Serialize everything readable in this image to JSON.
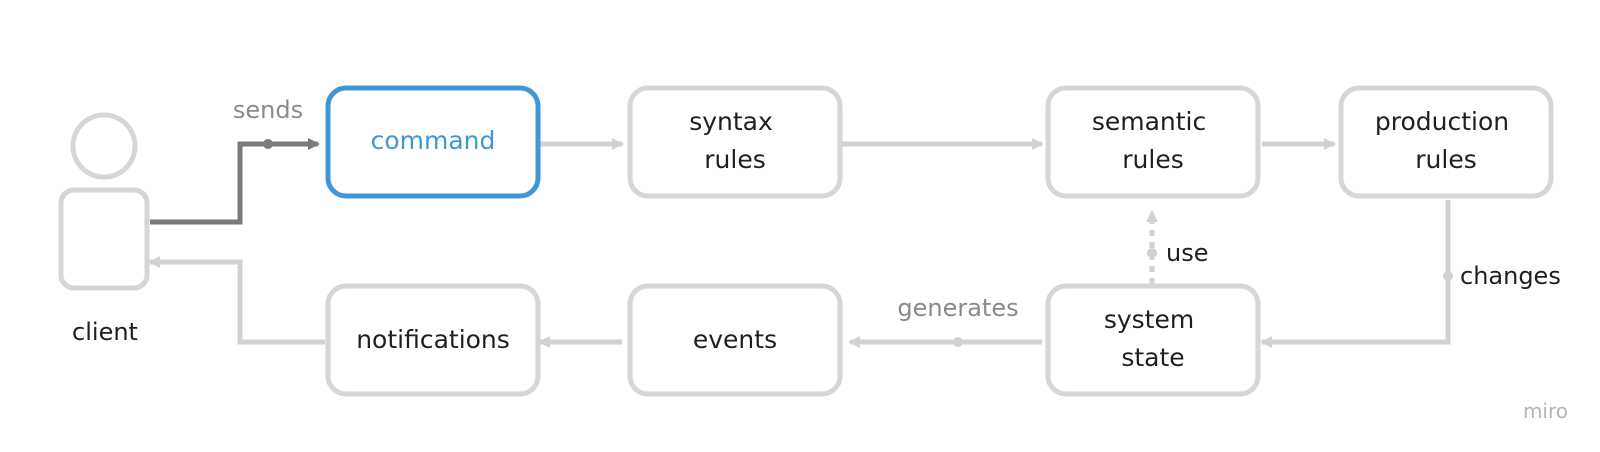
{
  "diagram": {
    "nodes": {
      "client": "client",
      "command": "command",
      "syntax_rules": [
        "syntax",
        "rules"
      ],
      "semantic_rules": [
        "semantic",
        "rules"
      ],
      "production_rules": [
        "production",
        "rules"
      ],
      "system_state": [
        "system",
        "state"
      ],
      "events": "events",
      "notifications": "notifications"
    },
    "edge_labels": {
      "sends": "sends",
      "use": "use",
      "changes": "changes",
      "generates": "generates"
    },
    "watermark": "miro"
  },
  "colors": {
    "box_stroke": "#d6d6d6",
    "connector": "#d2d2d2",
    "highlight": "#3f97d9",
    "send_arrow": "#7a7a7a",
    "text": "#1f1f1f",
    "muted_text": "#8a8a8a"
  }
}
